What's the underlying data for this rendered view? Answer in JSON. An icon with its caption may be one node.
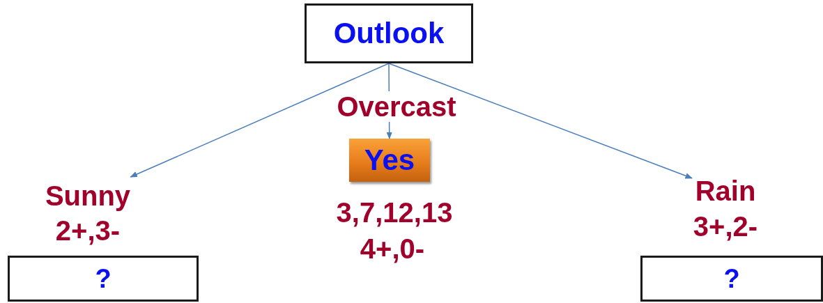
{
  "diagram": {
    "nodes": [
      {
        "text": [
          "Outlook"
        ]
      },
      {
        "text": [
          "Sunny"
        ],
        "beside": [
          "2+,3-"
        ]
      },
      {
        "text": [
          "Yes"
        ],
        "beside": [
          "3,7,12,13",
          "4+,0-"
        ]
      },
      {
        "text": [
          "Rain"
        ],
        "beside": [
          "3+,2-"
        ]
      },
      {
        "text": [
          "?"
        ]
      },
      {
        "text": [
          "?"
        ]
      }
    ],
    "edges": [
      {
        "from": 0,
        "to": 1,
        "arrow": "to"
      },
      {
        "from": 0,
        "to": 2,
        "arrow": "to",
        "label": "Overcast"
      },
      {
        "from": 0,
        "to": 3,
        "arrow": "to"
      }
    ]
  }
}
